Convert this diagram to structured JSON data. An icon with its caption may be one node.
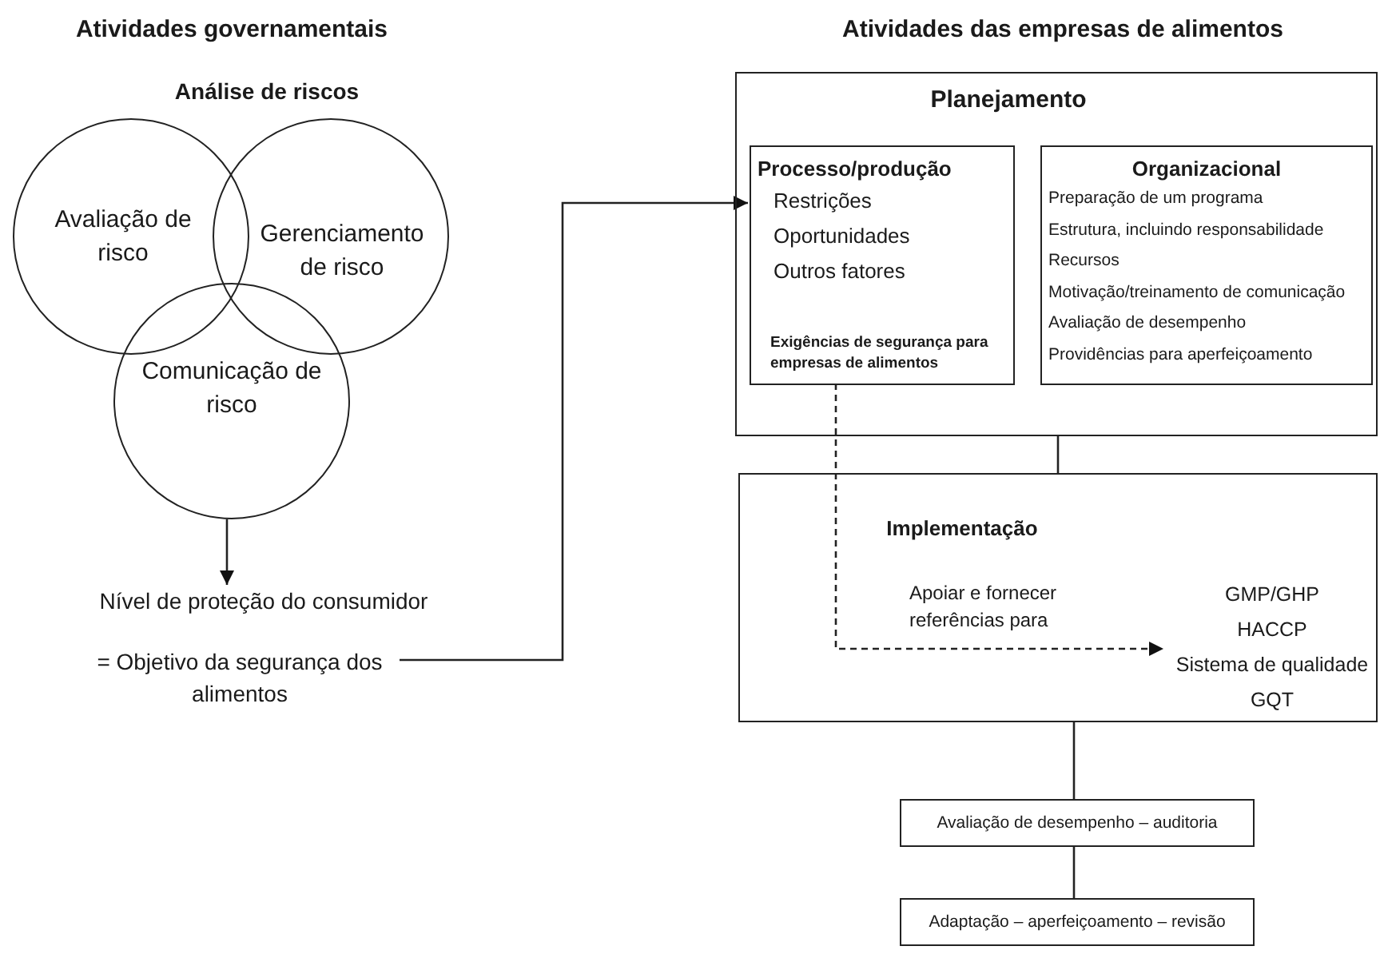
{
  "diagram": {
    "nodes": [
      {
        "text": [
          "Avaliação de risco"
        ]
      },
      {
        "text": [
          "Gerenciamento de risco"
        ]
      },
      {
        "text": [
          "Comunicação de risco"
        ]
      },
      {
        "text": [
          "Nível de proteção do consumidor"
        ]
      },
      {
        "text": [
          "= Objetivo da segurança dos alimentos"
        ]
      },
      {
        "text": [
          "Planejamento"
        ]
      },
      {
        "text": [
          "Processo/produção",
          "Restrições",
          "Oportunidades",
          "Outros fatores",
          "Exigências de segurança para empresas de alimentos"
        ],
        "in": 5
      },
      {
        "text": [
          "Organizacional",
          "Preparação de um programa",
          "Estrutura, incluindo responsabilidade",
          "Recursos",
          "Motivação/treinamento de comunicação",
          "Avaliação de desempenho",
          "Providências para aperfeiçoamento"
        ],
        "in": 5
      },
      {
        "text": [
          "Implementação",
          "Apoiar e fornecer referências para"
        ]
      },
      {
        "text": [
          "GMP/GHP",
          "HACCP",
          "Sistema de qualidade",
          "GQT"
        ],
        "in": 8
      },
      {
        "text": [
          "Avaliação de desempenho – auditoria"
        ]
      },
      {
        "text": [
          "Adaptação – aperfeiçoamento – revisão"
        ]
      }
    ],
    "edges": [
      {
        "from": 2,
        "to": 3,
        "arrow": "to"
      },
      {
        "from": 4,
        "to": 6,
        "arrow": "to"
      },
      {
        "from": 6,
        "to": 9,
        "arrow": "to",
        "style": "dashed"
      },
      {
        "from": 5,
        "to": 8,
        "arrow": "none"
      },
      {
        "from": 8,
        "to": 10,
        "arrow": "none"
      },
      {
        "from": 10,
        "to": 11,
        "arrow": "none"
      }
    ],
    "labels": [
      "Atividades governamentais",
      "Análise de riscos",
      "Atividades das empresas de alimentos"
    ]
  }
}
